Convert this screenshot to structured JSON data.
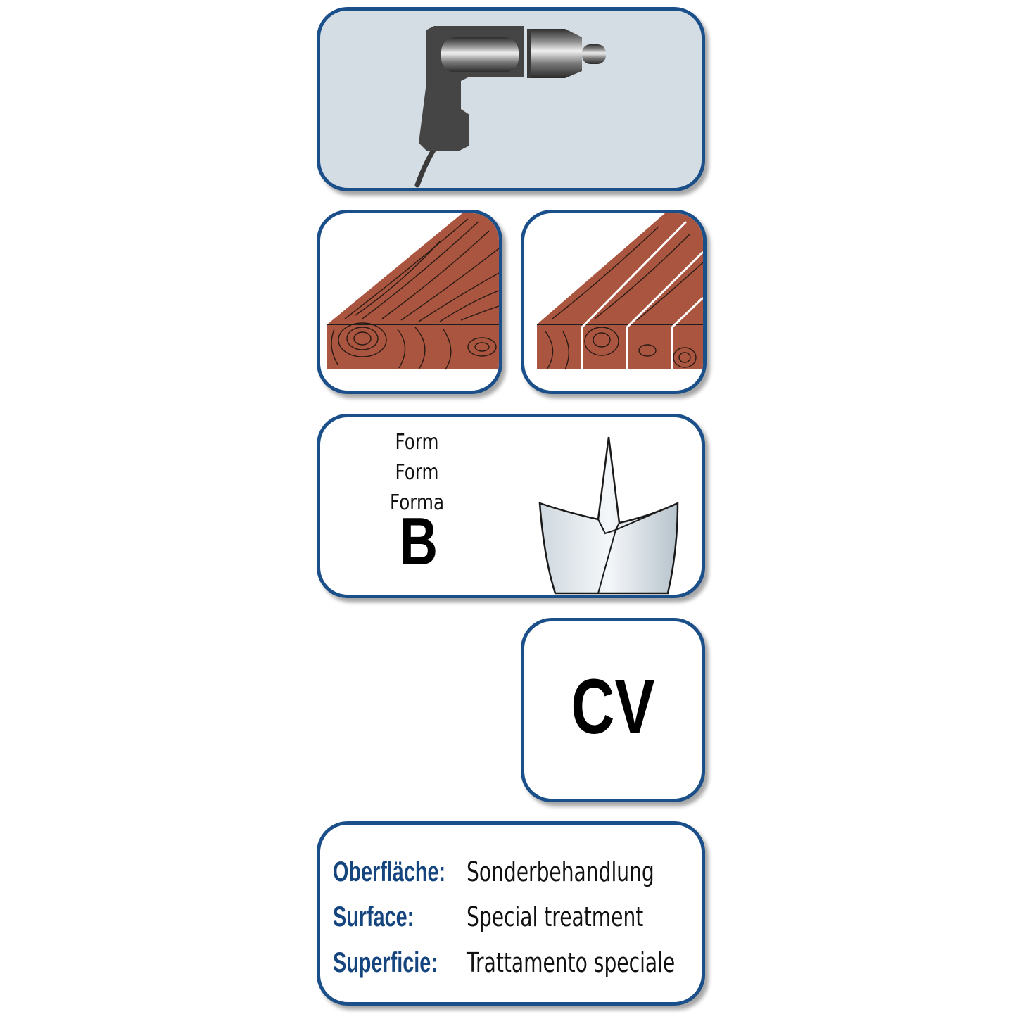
{
  "icons": {
    "drill": "power-drill-icon",
    "wood_solid": "solid-wood-icon",
    "wood_laminated": "laminated-wood-icon",
    "bit_tip": "brad-point-tip-icon"
  },
  "colors": {
    "border": "#1b4f8a",
    "drill_background": "#d4dde4",
    "wood": "#a9553f",
    "label_blue": "#15457f"
  },
  "form": {
    "labels": [
      "Form",
      "Form",
      "Forma"
    ],
    "type_letter": "B"
  },
  "material": {
    "code": "CV"
  },
  "surface": {
    "rows": [
      {
        "label": "Oberfläche:",
        "value": "Sonderbehandlung"
      },
      {
        "label": "Surface:",
        "value": "Special treatment"
      },
      {
        "label": "Superficie:",
        "value": "Trattamento speciale"
      }
    ]
  }
}
